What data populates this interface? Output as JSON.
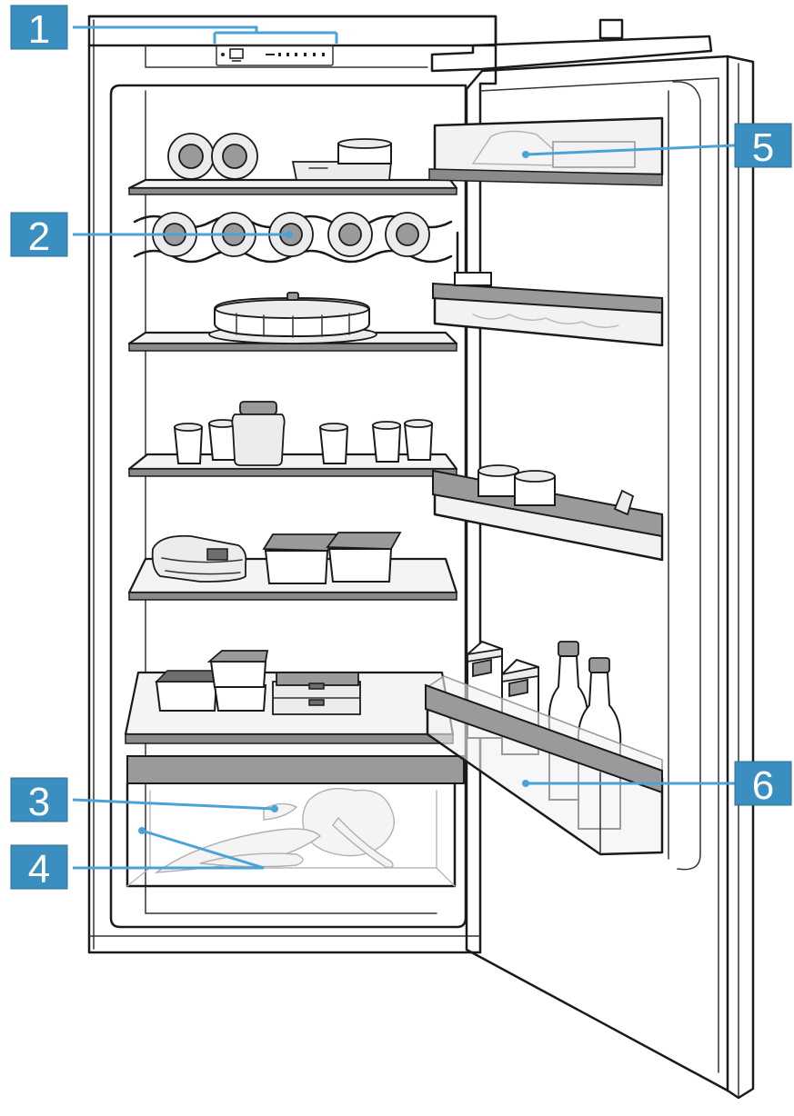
{
  "callouts": [
    {
      "id": "1",
      "label": "1"
    },
    {
      "id": "2",
      "label": "2"
    },
    {
      "id": "3",
      "label": "3"
    },
    {
      "id": "4",
      "label": "4"
    },
    {
      "id": "5",
      "label": "5"
    },
    {
      "id": "6",
      "label": "6"
    }
  ],
  "colors": {
    "callout_fill": "#3a8fc0",
    "leader_line": "#4aa3d6",
    "line_art": "#1a1a1a",
    "shading": "#9a9a9a"
  },
  "icons": [
    "control-panel-icon",
    "wine-bottle-icon",
    "cake-dome-icon",
    "yogurt-cup-icon",
    "jar-icon",
    "food-container-icon",
    "milk-carton-icon",
    "bottle-icon",
    "vegetables-icon"
  ]
}
